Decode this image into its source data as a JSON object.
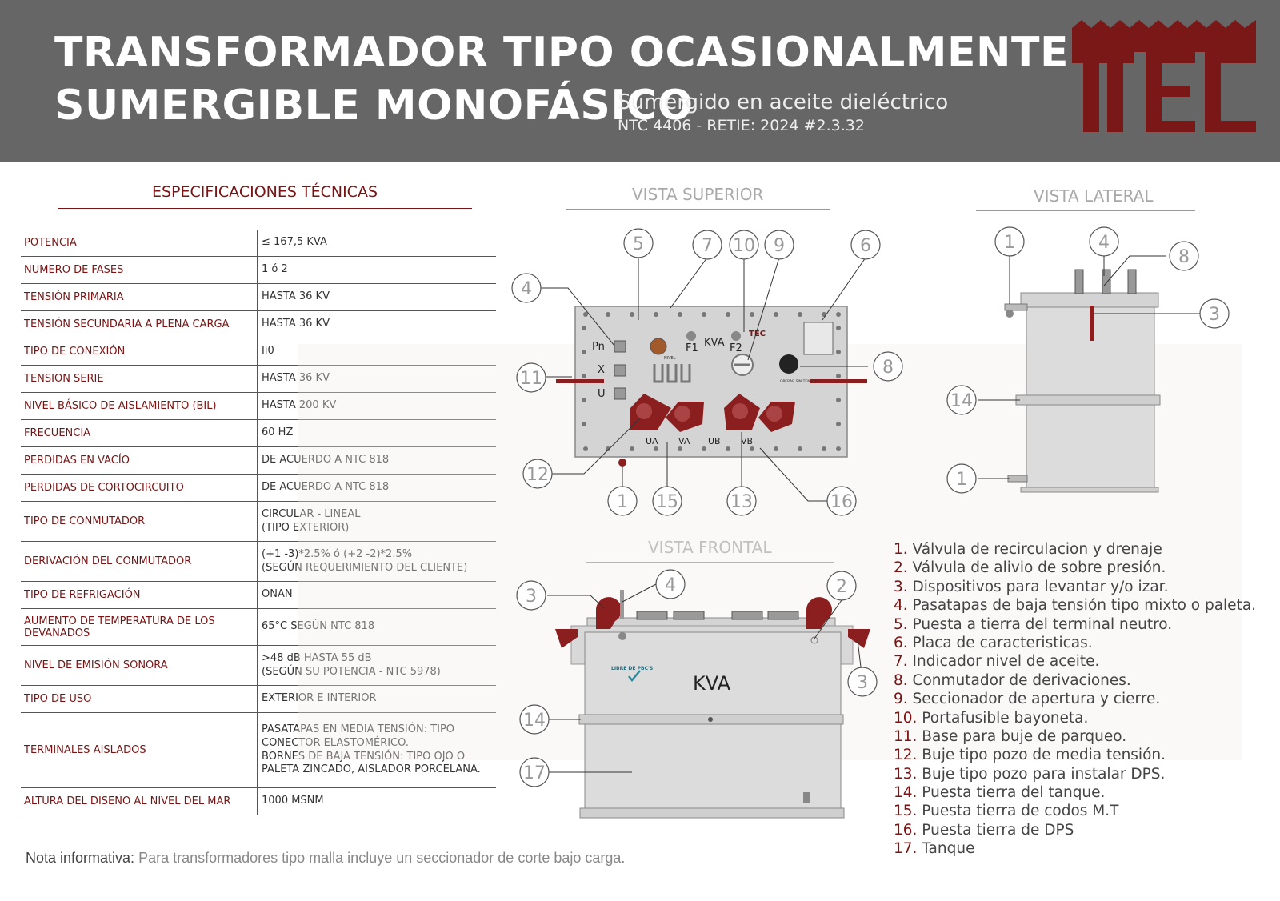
{
  "header": {
    "title_line1": "TRANSFORMADOR TIPO OCASIONALMENTE",
    "title_line2": "SUMERGIBLE MONOFÁSICO",
    "subtitle": "Sumergido en aceite dieléctrico",
    "standard": "NTC 4406 - RETIE: 2024 #2.3.32",
    "logo_text": "TEC"
  },
  "specs": {
    "title": "ESPECIFICACIONES TÉCNICAS",
    "rows": [
      {
        "key": "POTENCIA",
        "value": "≤ 167,5 KVA"
      },
      {
        "key": "NUMERO DE FASES",
        "value": "1 ó 2"
      },
      {
        "key": "TENSIÓN PRIMARIA",
        "value": "HASTA 36 KV"
      },
      {
        "key": "TENSIÓN SECUNDARIA A PLENA CARGA",
        "value": "HASTA 36 KV"
      },
      {
        "key": "TIPO DE CONEXIÓN",
        "value": "Ii0"
      },
      {
        "key": "TENSION SERIE",
        "value": "HASTA 36 KV"
      },
      {
        "key": "NIVEL BÁSICO DE AISLAMIENTO (BIL)",
        "value": "HASTA 200 KV"
      },
      {
        "key": "FRECUENCIA",
        "value": "60 HZ"
      },
      {
        "key": "PERDIDAS EN VACÍO",
        "value": "DE ACUERDO A NTC 818"
      },
      {
        "key": "PERDIDAS DE CORTOCIRCUITO",
        "value": "DE ACUERDO A NTC 818"
      },
      {
        "key": "TIPO DE CONMUTADOR",
        "value": "CIRCULAR - LINEAL\n(TIPO EXTERIOR)"
      },
      {
        "key": "DERIVACIÓN DEL CONMUTADOR",
        "value": "(+1 -3)*2.5%   ó   (+2 -2)*2.5%\n(SEGÚN REQUERIMIENTO DEL CLIENTE)"
      },
      {
        "key": "TIPO DE REFRIGACIÓN",
        "value": "ONAN"
      },
      {
        "key": "AUMENTO DE TEMPERATURA DE LOS DEVANADOS",
        "value": "65°C SEGÚN NTC 818"
      },
      {
        "key": "NIVEL DE EMISIÓN SONORA",
        "value": ">48 dB HASTA 55 dB\n(SEGÚN SU POTENCIA - NTC 5978)"
      },
      {
        "key": "TIPO DE USO",
        "value": "EXTERIOR E INTERIOR"
      },
      {
        "key": "TERMINALES AISLADOS",
        "value": "PASATAPAS EN MEDIA TENSIÓN: TIPO CONECTOR ELASTOMÉRICO.\nBORNES DE BAJA TENSIÓN: TIPO OJO O PALETA ZINCADO, AISLADOR PORCELANA."
      },
      {
        "key": "ALTURA DEL DISEÑO AL NIVEL DEL MAR",
        "value": "1000 MSNM"
      }
    ]
  },
  "note": {
    "label": "Nota informativa:",
    "text": " Para transformadores tipo malla incluye un seccionador de corte bajo carga."
  },
  "views": {
    "top": "VISTA SUPERIOR",
    "side": "VISTA LATERAL",
    "front": "VISTA FRONTAL"
  },
  "panel_labels": {
    "pn": "Pn",
    "x": "X",
    "u": "U",
    "f1": "F1",
    "kva": "KVA",
    "f2": "F2",
    "ua": "UA",
    "va": "VA",
    "ub": "UB",
    "vb": "VB",
    "nivel": "NIVEL",
    "operar": "OPERAR SIN TENSION",
    "front_kva": "KVA",
    "pcb": "LIBRE DE PBC'S"
  },
  "legend": [
    {
      "n": "1.",
      "t": " Válvula de recirculacion y drenaje"
    },
    {
      "n": "2.",
      "t": " Válvula de alivio de sobre presión."
    },
    {
      "n": "3.",
      "t": " Dispositivos para levantar y/o izar."
    },
    {
      "n": "4.",
      "t": " Pasatapas de baja tensión tipo mixto o paleta."
    },
    {
      "n": "5.",
      "t": " Puesta a tierra del terminal neutro."
    },
    {
      "n": "6.",
      "t": " Placa de caracteristicas."
    },
    {
      "n": "7.",
      "t": " Indicador nivel de aceite."
    },
    {
      "n": "8.",
      "t": " Conmutador de derivaciones."
    },
    {
      "n": "9.",
      "t": " Seccionador de apertura y cierre."
    },
    {
      "n": "10.",
      "t": " Portafusible bayoneta."
    },
    {
      "n": "11.",
      "t": " Base para buje de parqueo."
    },
    {
      "n": "12.",
      "t": " Buje tipo pozo de media tensión."
    },
    {
      "n": "13.",
      "t": " Buje tipo pozo para instalar DPS."
    },
    {
      "n": "14.",
      "t": " Puesta tierra del tanque."
    },
    {
      "n": "15.",
      "t": " Puesta tierra de codos M.T"
    },
    {
      "n": "16.",
      "t": " Puesta tierra de DPS"
    },
    {
      "n": "17.",
      "t": " Tanque"
    }
  ],
  "callouts": {
    "top": [
      "5",
      "7",
      "10",
      "9",
      "6",
      "4",
      "11",
      "8",
      "12",
      "1",
      "15",
      "13",
      "16"
    ],
    "side": [
      "1",
      "4",
      "8",
      "3",
      "14",
      "1"
    ],
    "front": [
      "3",
      "4",
      "2",
      "3",
      "14",
      "17"
    ]
  }
}
